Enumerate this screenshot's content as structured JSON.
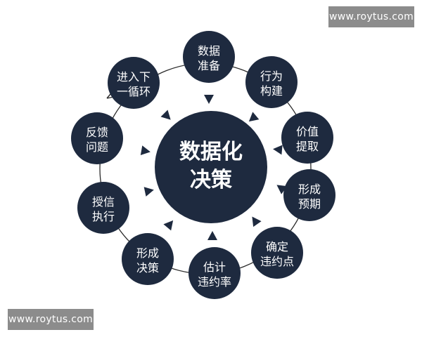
{
  "colors": {
    "node_fill": "#1e2a3f",
    "node_text": "#ffffff",
    "ring_line": "#2a2a2a",
    "arrow_fill": "#1e2a3f",
    "watermark_bg": "#5f5f5f"
  },
  "center": {
    "line1": "数据化",
    "line2": "决策"
  },
  "nodes": [
    {
      "id": "data-prep",
      "line1": "数据",
      "line2": "准备"
    },
    {
      "id": "behavior-build",
      "line1": "行为",
      "line2": "构建"
    },
    {
      "id": "value-extract",
      "line1": "价值",
      "line2": "提取"
    },
    {
      "id": "form-expectation",
      "line1": "形成",
      "line2": "预期"
    },
    {
      "id": "default-point",
      "line1": "确定",
      "line2": "违约点"
    },
    {
      "id": "default-rate",
      "line1": "估计",
      "line2": "违约率"
    },
    {
      "id": "form-decision",
      "line1": "形成",
      "line2": "决策"
    },
    {
      "id": "credit-execution",
      "line1": "授信",
      "line2": "执行"
    },
    {
      "id": "feedback-issues",
      "line1": "反馈",
      "line2": "问题"
    },
    {
      "id": "next-cycle",
      "line1": "进入下",
      "line2": "一循环"
    }
  ],
  "watermarks": {
    "top": "www.roytus.com",
    "bottom": "www.roytus.com"
  }
}
